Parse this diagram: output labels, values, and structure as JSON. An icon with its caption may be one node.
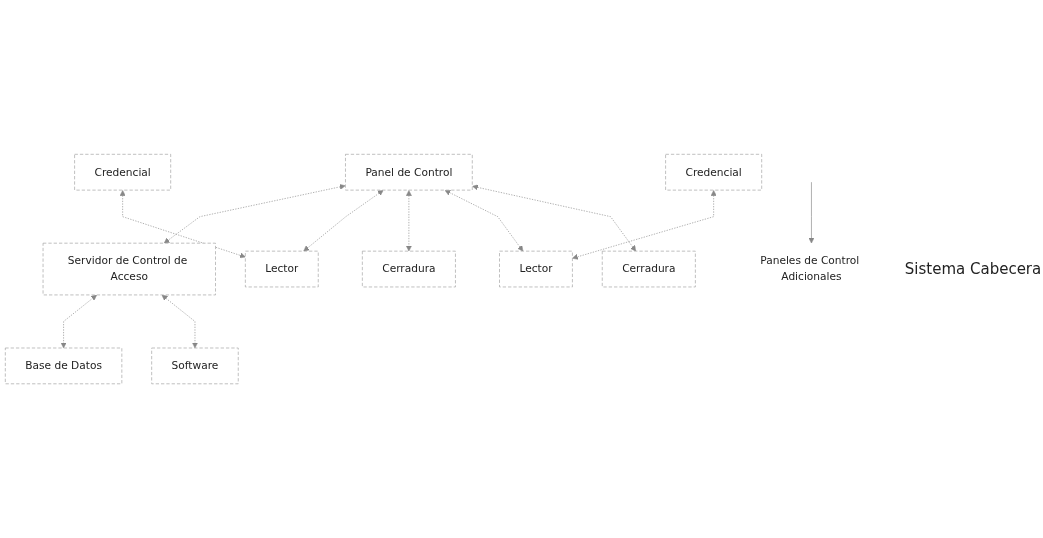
{
  "diagram": {
    "nodes": [
      {
        "text": [
          "Panel de Control"
        ]
      },
      {
        "text": [
          "Servidor de Control de Acceso"
        ]
      },
      {
        "text": [
          "Base de Datos"
        ]
      },
      {
        "text": [
          "Software"
        ]
      },
      {
        "text": [
          "Credencial"
        ]
      },
      {
        "text": [
          "Lector"
        ]
      },
      {
        "text": [
          "Cerradura"
        ]
      },
      {
        "text": [
          "Credencial"
        ]
      },
      {
        "text": [
          "Lector"
        ]
      },
      {
        "text": [
          "Cerradura"
        ]
      },
      {
        "text": [
          "Paneles de Control Adicionales"
        ]
      }
    ],
    "edges": [
      {
        "from": 0,
        "to": 1,
        "arrow": "both",
        "style": "dashed"
      },
      {
        "from": 1,
        "to": 2,
        "arrow": "both",
        "style": "dashed"
      },
      {
        "from": 1,
        "to": 3,
        "arrow": "both",
        "style": "dashed"
      },
      {
        "from": 4,
        "to": 5,
        "arrow": "both",
        "style": "dashed"
      },
      {
        "from": 0,
        "to": 5,
        "arrow": "both",
        "style": "dashed"
      },
      {
        "from": 0,
        "to": 6,
        "arrow": "both",
        "style": "dashed"
      },
      {
        "from": 7,
        "to": 8,
        "arrow": "both",
        "style": "dashed"
      },
      {
        "from": 0,
        "to": 8,
        "arrow": "both",
        "style": "dashed"
      },
      {
        "from": 0,
        "to": 9,
        "arrow": "both",
        "style": "dashed"
      },
      {
        "from": null,
        "to": 10,
        "arrow": "to"
      }
    ],
    "labels": [
      "Sistema Cabecera"
    ]
  }
}
